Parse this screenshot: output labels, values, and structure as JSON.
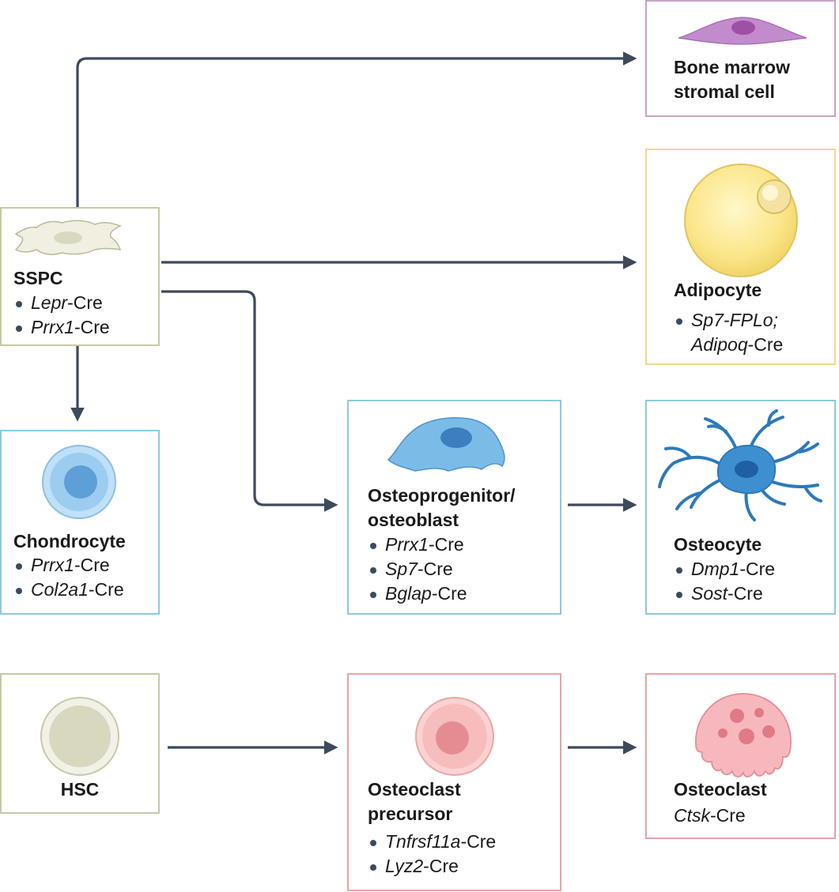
{
  "colors": {
    "arrow": "#3d4a5c",
    "sspc_border": "#c8c9a4",
    "blue_border": "#8cc9de",
    "purple_border": "#c7a3c9",
    "yellow_border": "#f1d88a",
    "red_border": "#e8a3a3"
  },
  "cells": {
    "sspc": {
      "title": "SSPC",
      "markers": [
        {
          "gene": "Lepr",
          "suffix": "-Cre"
        },
        {
          "gene": "Prrx1",
          "suffix": "-Cre"
        }
      ]
    },
    "bone_marrow_stromal": {
      "title_line1": "Bone marrow",
      "title_line2": "stromal cell"
    },
    "adipocyte": {
      "title": "Adipocyte",
      "marker_line1": "Sp7-FPLo;",
      "marker_line2_gene": "Adipoq",
      "marker_line2_suffix": "-Cre"
    },
    "chondrocyte": {
      "title": "Chondrocyte",
      "markers": [
        {
          "gene": "Prrx1",
          "suffix": "-Cre"
        },
        {
          "gene": "Col2a1",
          "suffix": "-Cre"
        }
      ]
    },
    "osteoprogenitor": {
      "title_line1": "Osteoprogenitor/",
      "title_line2": "osteoblast",
      "markers": [
        {
          "gene": "Prrx1",
          "suffix": "-Cre"
        },
        {
          "gene": "Sp7",
          "suffix": "-Cre"
        },
        {
          "gene": "Bglap",
          "suffix": "-Cre"
        }
      ]
    },
    "osteocyte": {
      "title": "Osteocyte",
      "markers": [
        {
          "gene": "Dmp1",
          "suffix": "-Cre"
        },
        {
          "gene": "Sost",
          "suffix": "-Cre"
        }
      ]
    },
    "hsc": {
      "title": "HSC"
    },
    "osteoclast_precursor": {
      "title_line1": "Osteoclast",
      "title_line2": "precursor",
      "markers": [
        {
          "gene": "Tnfrsf11a",
          "suffix": "-Cre"
        },
        {
          "gene": "Lyz2",
          "suffix": "-Cre"
        }
      ]
    },
    "osteoclast": {
      "title": "Osteoclast",
      "marker_gene": "Ctsk",
      "marker_suffix": "-Cre"
    }
  }
}
